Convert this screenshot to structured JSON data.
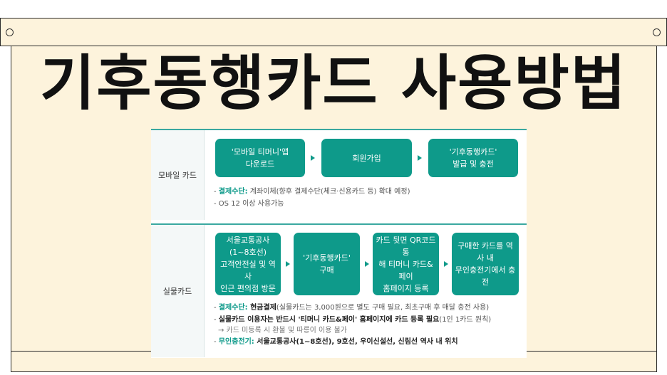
{
  "headline": "기후동행카드 사용방법",
  "mobile": {
    "label": "모바일 카드",
    "steps": [
      "'모바일 티머니'앱\n다운로드",
      "회원가입",
      "'기후동행카드'\n발급 및 충전"
    ],
    "notes": [
      {
        "key": "결제수단:",
        "text": " 계좌이체(향후 결제수단(체크·신용카드 등) 확대 예정)"
      },
      {
        "text": "OS 12 이상 사용가능"
      }
    ]
  },
  "physical": {
    "label": "실물카드",
    "steps": [
      "서울교통공사\n(1~8호선)\n고객안전실 및 역사\n인근 편의점 방문",
      "'기후동행카드'\n구매",
      "카드 뒷면 QR코드 통\n해 티머니 카드&페이\n홈페이지 등록",
      "구매한 카드를 역사 내\n무인충전기에서 충전"
    ],
    "notes": [
      {
        "key": "결제수단:",
        "strong": " 현금결제",
        "text": "(실물카드는 3,000원으로 별도 구매 필요, 최초구매 후 매달 충전 사용)"
      },
      {
        "strong": "실물카드 이용자는 반드시 '티머니 카드&페이' 홈페이지에 카드 등록 필요",
        "text": "(1인 1카드 원칙)"
      },
      {
        "text": "→ 카드 미등록 시 환불 및 따릉이 이용 불가"
      },
      {
        "key": "무인충전기:",
        "strong": " 서울교통공사(1~8호선), 9호선, 우이신설선, 신림선 역사 내 위치"
      }
    ]
  },
  "colors": {
    "accent": "#0e9a8a",
    "background": "#fdf3dc",
    "rule": "#3aa8a0"
  }
}
